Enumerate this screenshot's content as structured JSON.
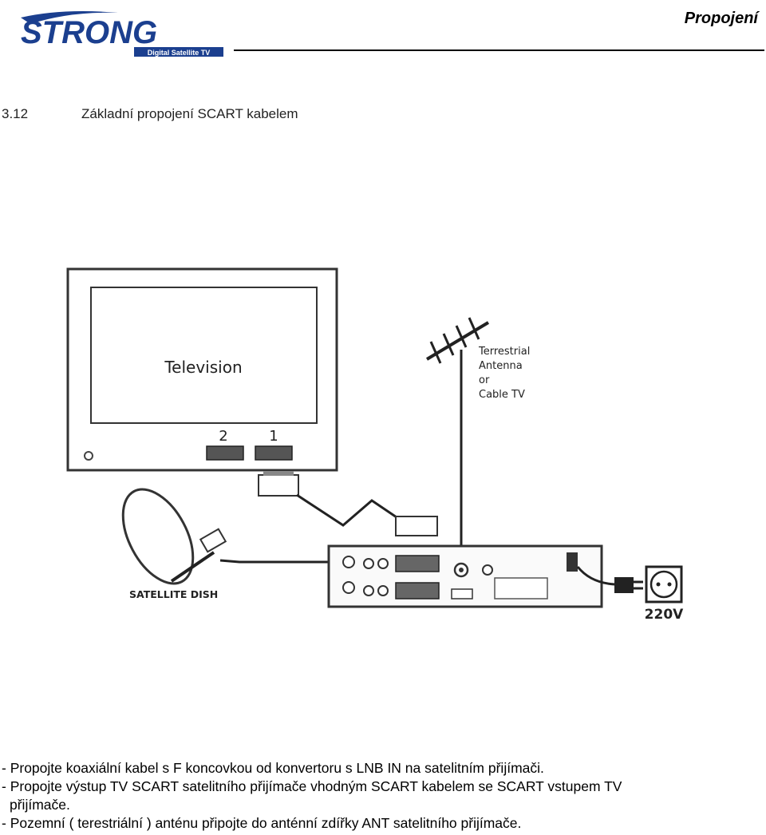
{
  "header": {
    "logo_text": "STRONG",
    "logo_tagline": "Digital Satellite TV",
    "section_title": "Propojení"
  },
  "heading": {
    "number": "3.12",
    "title": "Základní propojení SCART kabelem"
  },
  "diagram": {
    "tv_label": "Television",
    "scart_2": "2",
    "scart_1": "1",
    "antenna_label_1": "Terrestrial",
    "antenna_label_2": "Antenna",
    "antenna_label_3": "or",
    "antenna_label_4": "Cable TV",
    "dish_label": "SATELLITE DISH",
    "power_label": "220V"
  },
  "instructions": {
    "line1": "- Propojte koaxiální kabel s F koncovkou od konvertoru s LNB IN na satelitním přijímači.",
    "line2": "- Propojte výstup TV SCART satelitního přijímače vhodným SCART kabelem se SCART vstupem TV",
    "line2_cont": "přijímače.",
    "line3": "- Pozemní ( terestriální ) anténu připojte do anténní zdířky ANT satelitního přijímače."
  }
}
